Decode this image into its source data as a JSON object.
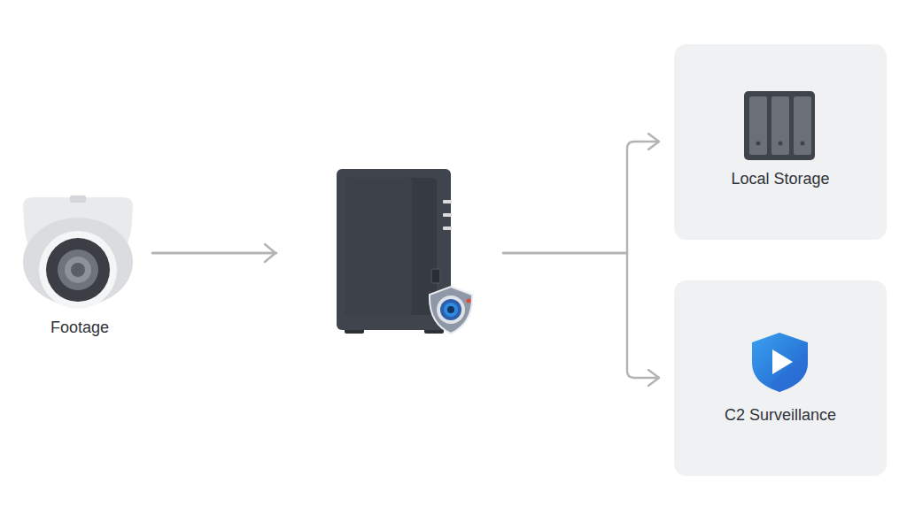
{
  "diagram": {
    "nodes": [
      {
        "text": [
          "Footage"
        ]
      },
      {
        "text": [
          "Local Storage"
        ]
      },
      {
        "text": [
          "C2 Surveillance"
        ]
      }
    ],
    "edges": [
      {
        "from": 0,
        "to": 1,
        "arrow": "to"
      },
      {
        "from": 0,
        "to": 2,
        "arrow": "to"
      }
    ]
  }
}
